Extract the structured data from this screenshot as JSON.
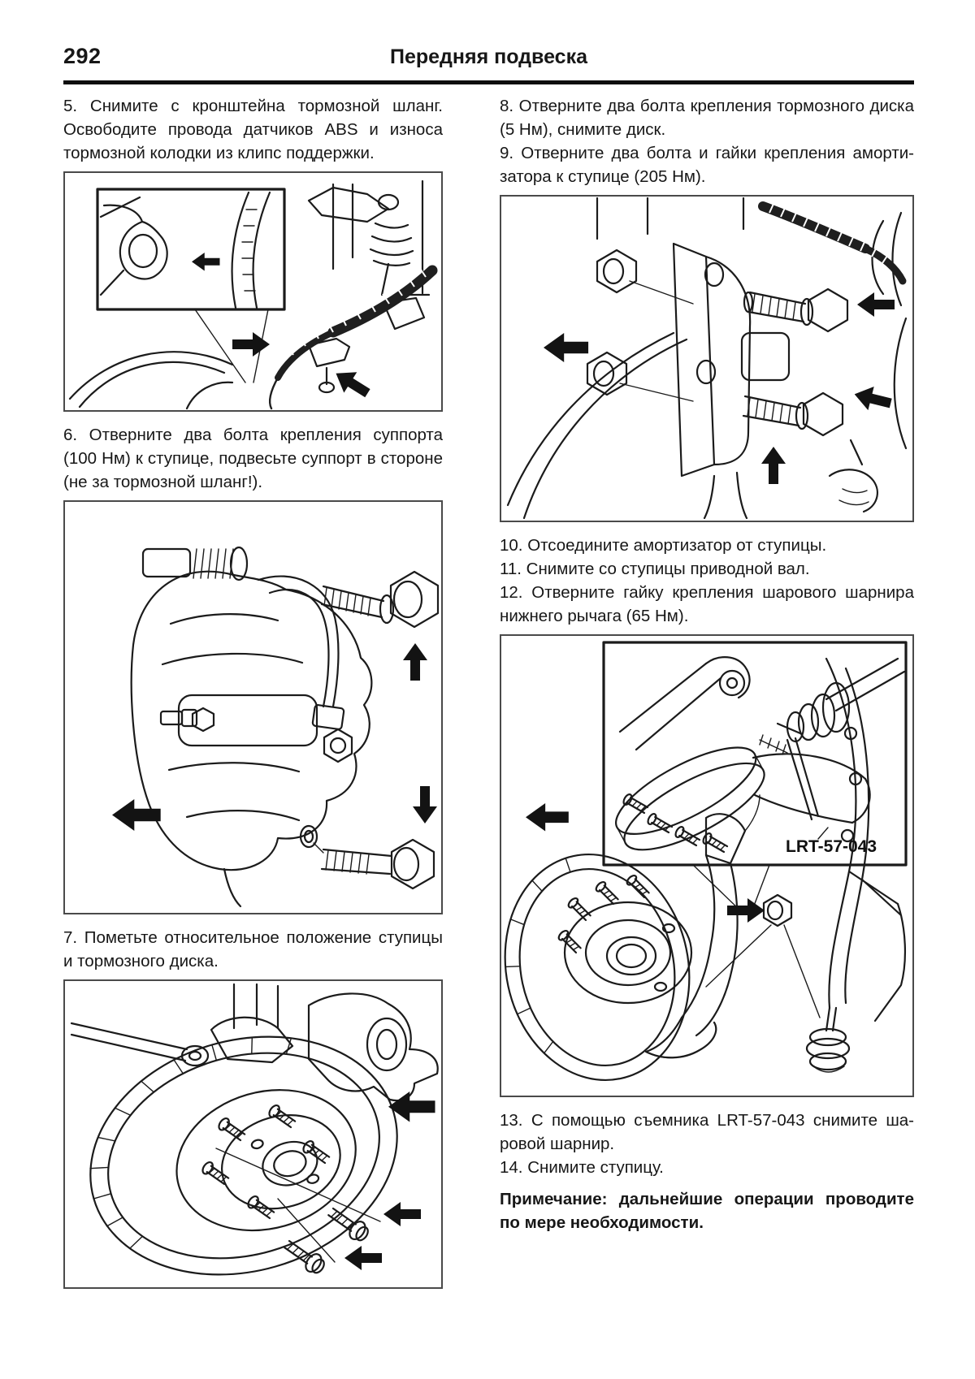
{
  "page": {
    "number": "292",
    "title": "Передняя подвеска"
  },
  "colors": {
    "ink": "#171717",
    "paper": "#ffffff",
    "figure_border": "#4a4a4a"
  },
  "left": {
    "steps": [
      {
        "text": "5. Снимите с кронштейна тормозной шланг. Осво­бодите провода датчиков ABS и износа тормозной колодки из клипс поддержки."
      },
      {
        "text": "6. Отверните два болта крепления суппорта (100 Нм) к ступице, подвесьте суппорт в стороне (не за тормозной шланг!)."
      },
      {
        "text": "7. Пометьте относительное положение ступицы и тормозного диска."
      }
    ]
  },
  "right": {
    "steps_top": [
      {
        "text": "8. Отверните два болта крепления тормозного дис­ка (5 Нм), снимите диск."
      },
      {
        "text": "9. Отверните два болта и гайки крепления аморти­затора к ступице (205 Нм)."
      }
    ],
    "steps_mid": [
      {
        "text": "10. Отсоедините амортизатор от ступицы."
      },
      {
        "text": "11. Снимите со ступицы приводной вал."
      },
      {
        "text": "12. Отверните гайку крепления шарового шарнира нижнего рычага (65 Нм)."
      }
    ],
    "steps_bottom": [
      {
        "text": "13. С помощью съемника LRT-57-043 снимите ша­ровой шарнир."
      },
      {
        "text": "14. Снимите ступицу."
      }
    ],
    "note": "Примечание: дальнейшие операции проводите по мере необходимости."
  },
  "figures": {
    "fig5_tool_label": "LRT-57-043"
  }
}
